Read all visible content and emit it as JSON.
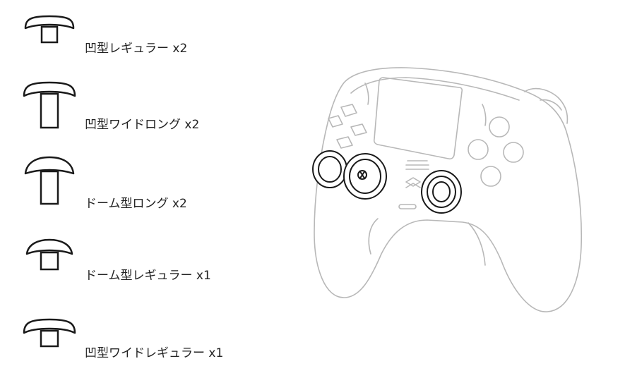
{
  "sticks": [
    {
      "label": "凹型レギュラー x2",
      "shape": "concave-regular-stick-icon"
    },
    {
      "label": "凹型ワイドロング x2",
      "shape": "concave-wide-long-stick-icon"
    },
    {
      "label": "ドーム型ロング x2",
      "shape": "dome-long-stick-icon"
    },
    {
      "label": "ドーム型レギュラー x1",
      "shape": "dome-regular-stick-icon"
    },
    {
      "label": "凹型ワイドレギュラー x1",
      "shape": "concave-wide-regular-stick-icon"
    }
  ],
  "controller": {
    "icon": "game-controller-icon"
  },
  "colors": {
    "line": "#1a1a1a",
    "light_line": "#b8b8b8"
  }
}
